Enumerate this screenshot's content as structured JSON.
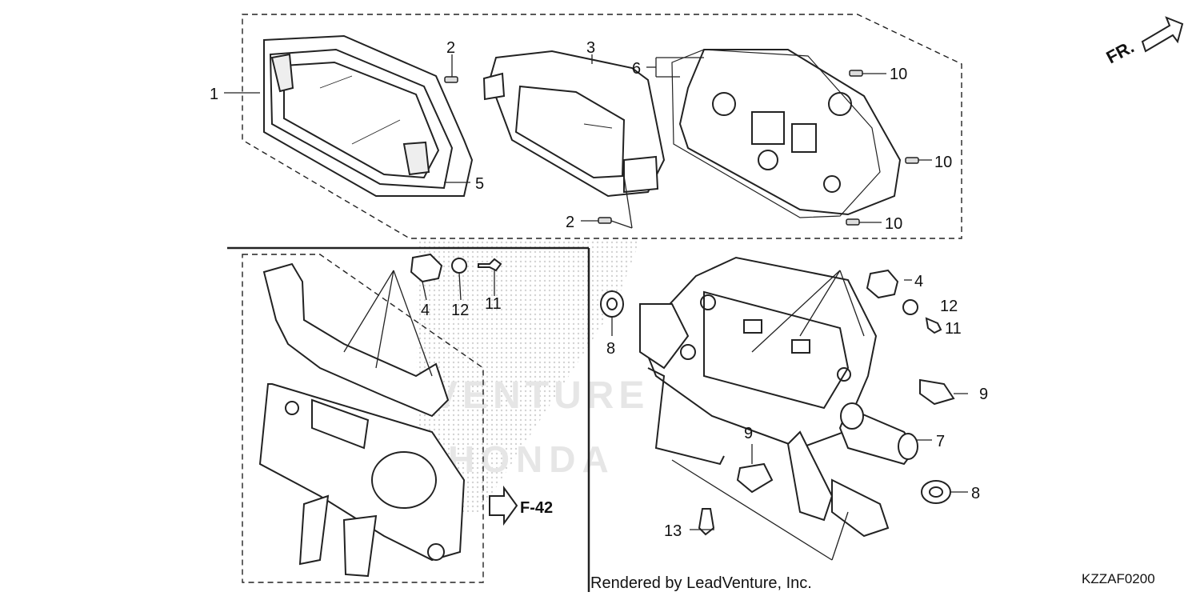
{
  "callouts": {
    "c1": "1",
    "c2a": "2",
    "c2b": "2",
    "c3": "3",
    "c5": "5",
    "c6": "6",
    "c10a": "10",
    "c10b": "10",
    "c10c": "10",
    "c4a": "4",
    "c12a": "12",
    "c11a": "11",
    "c4b": "4",
    "c12b": "12",
    "c11b": "11",
    "c8a": "8",
    "c8b": "8",
    "c9a": "9",
    "c9b": "9",
    "c7": "7",
    "c13": "13"
  },
  "direction_label": "FR.",
  "reference": "F-42",
  "credit": "Rendered by LeadVenture, Inc.",
  "diagram_code": "KZZAF0200",
  "colors": {
    "line": "#222222",
    "watermark": "#cfcfcf",
    "paper": "#ffffff"
  }
}
